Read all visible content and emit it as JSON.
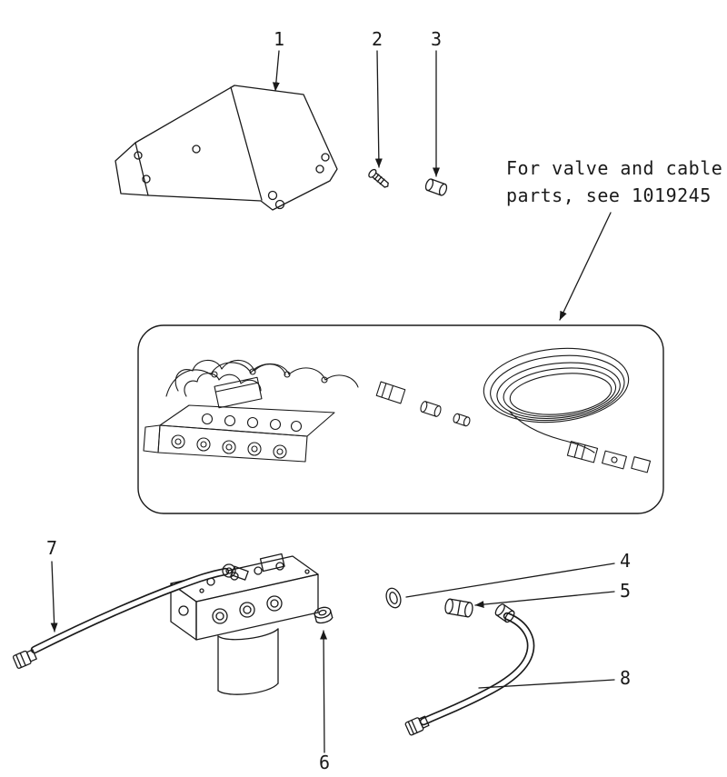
{
  "colors": {
    "background": "#ffffff",
    "ink": "#1a1a1a"
  },
  "note": {
    "line1": "For valve and cable",
    "line2": "parts, see 1019245",
    "reference": "1019245"
  },
  "callouts": [
    {
      "label": "1"
    },
    {
      "label": "2"
    },
    {
      "label": "3"
    },
    {
      "label": "4"
    },
    {
      "label": "5"
    },
    {
      "label": "6"
    },
    {
      "label": "7"
    },
    {
      "label": "8"
    }
  ]
}
